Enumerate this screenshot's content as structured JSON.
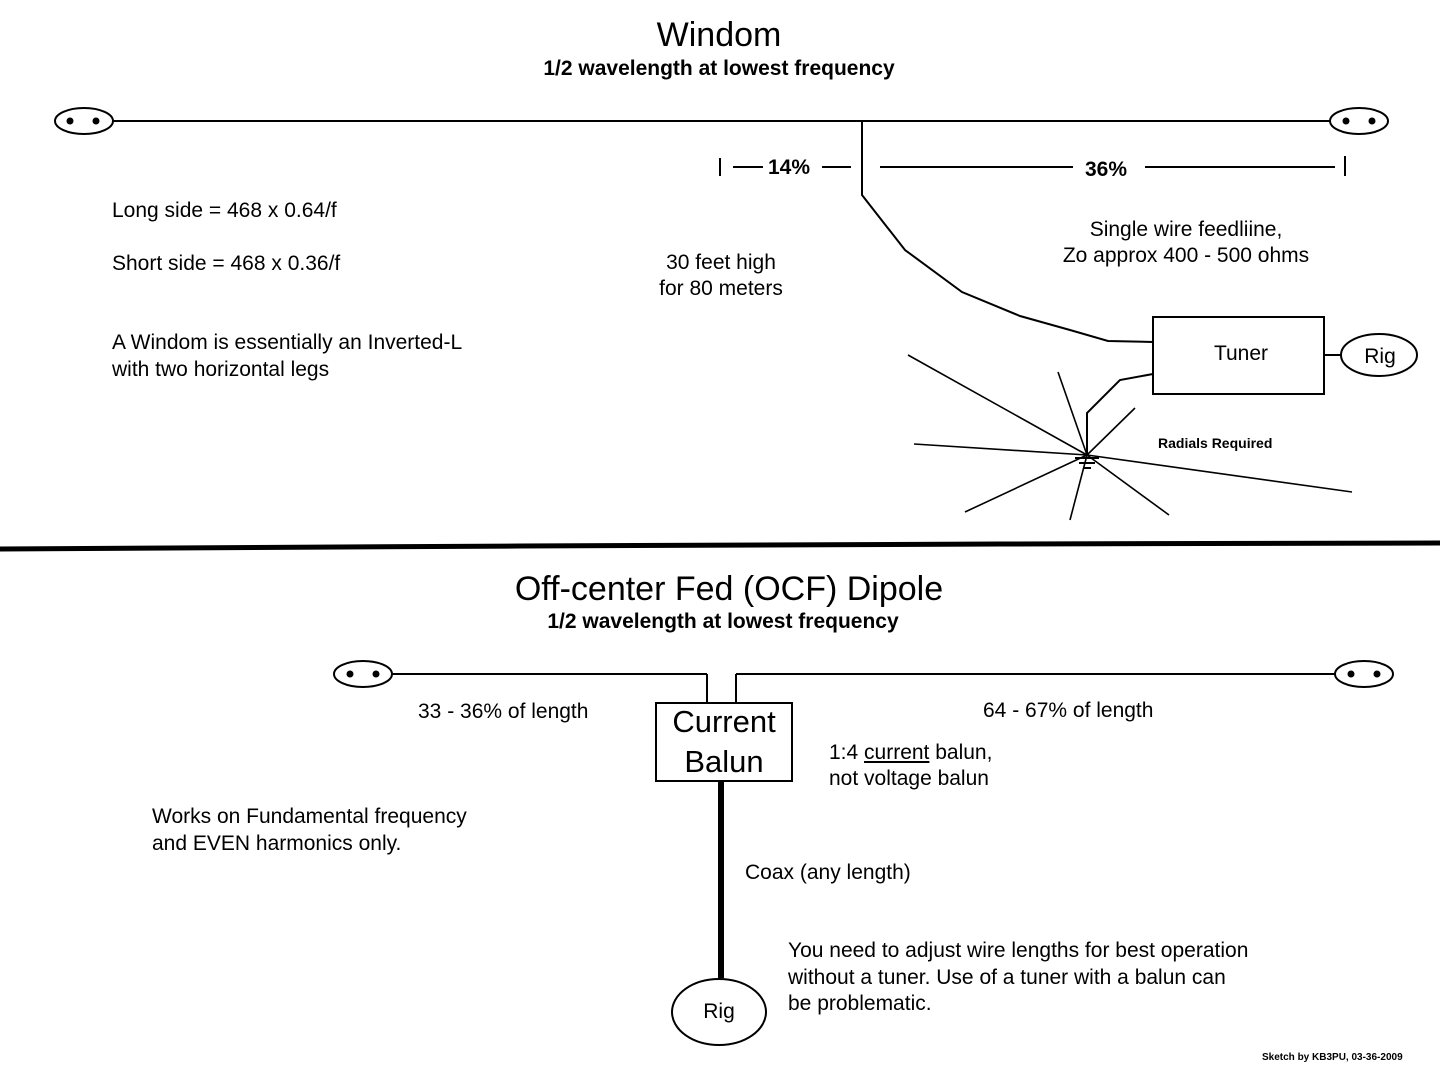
{
  "windom": {
    "title": "Windom",
    "subtitle": "1/2 wavelength at lowest frequency",
    "short_pct": "14%",
    "long_pct": "36%",
    "long_side": "Long side = 468 x 0.64/f",
    "short_side": "Short side = 468 x 0.36/f",
    "note_line1": "A Windom is essentially an Inverted-L",
    "note_line2": "with two horizontal legs",
    "height_line1": "30 feet high",
    "height_line2": "for 80 meters",
    "feed_line1": "Single wire feedliine,",
    "feed_line2": "Zo approx 400 - 500 ohms",
    "tuner": "Tuner",
    "rig": "Rig",
    "radials": "Radials Required"
  },
  "ocf": {
    "title": "Off-center Fed (OCF) Dipole",
    "subtitle": "1/2 wavelength at lowest frequency",
    "left_len": "33 - 36% of length",
    "right_len": "64 - 67% of length",
    "balun_line1": "Current",
    "balun_line2": "Balun",
    "balun_note_prefix": "1:4 ",
    "balun_note_underlined": "current",
    "balun_note_suffix": " balun,",
    "balun_note_line2": "not voltage balun",
    "works_line1": "Works on Fundamental frequency",
    "works_line2": "and EVEN harmonics only.",
    "coax": "Coax (any length)",
    "adjust_line1": "You need to adjust wire lengths for best operation",
    "adjust_line2": "without a tuner.  Use of a tuner with a balun can",
    "adjust_line3": "be problematic.",
    "rig": "Rig"
  },
  "credit": "Sketch by KB3PU, 03-36-2009"
}
